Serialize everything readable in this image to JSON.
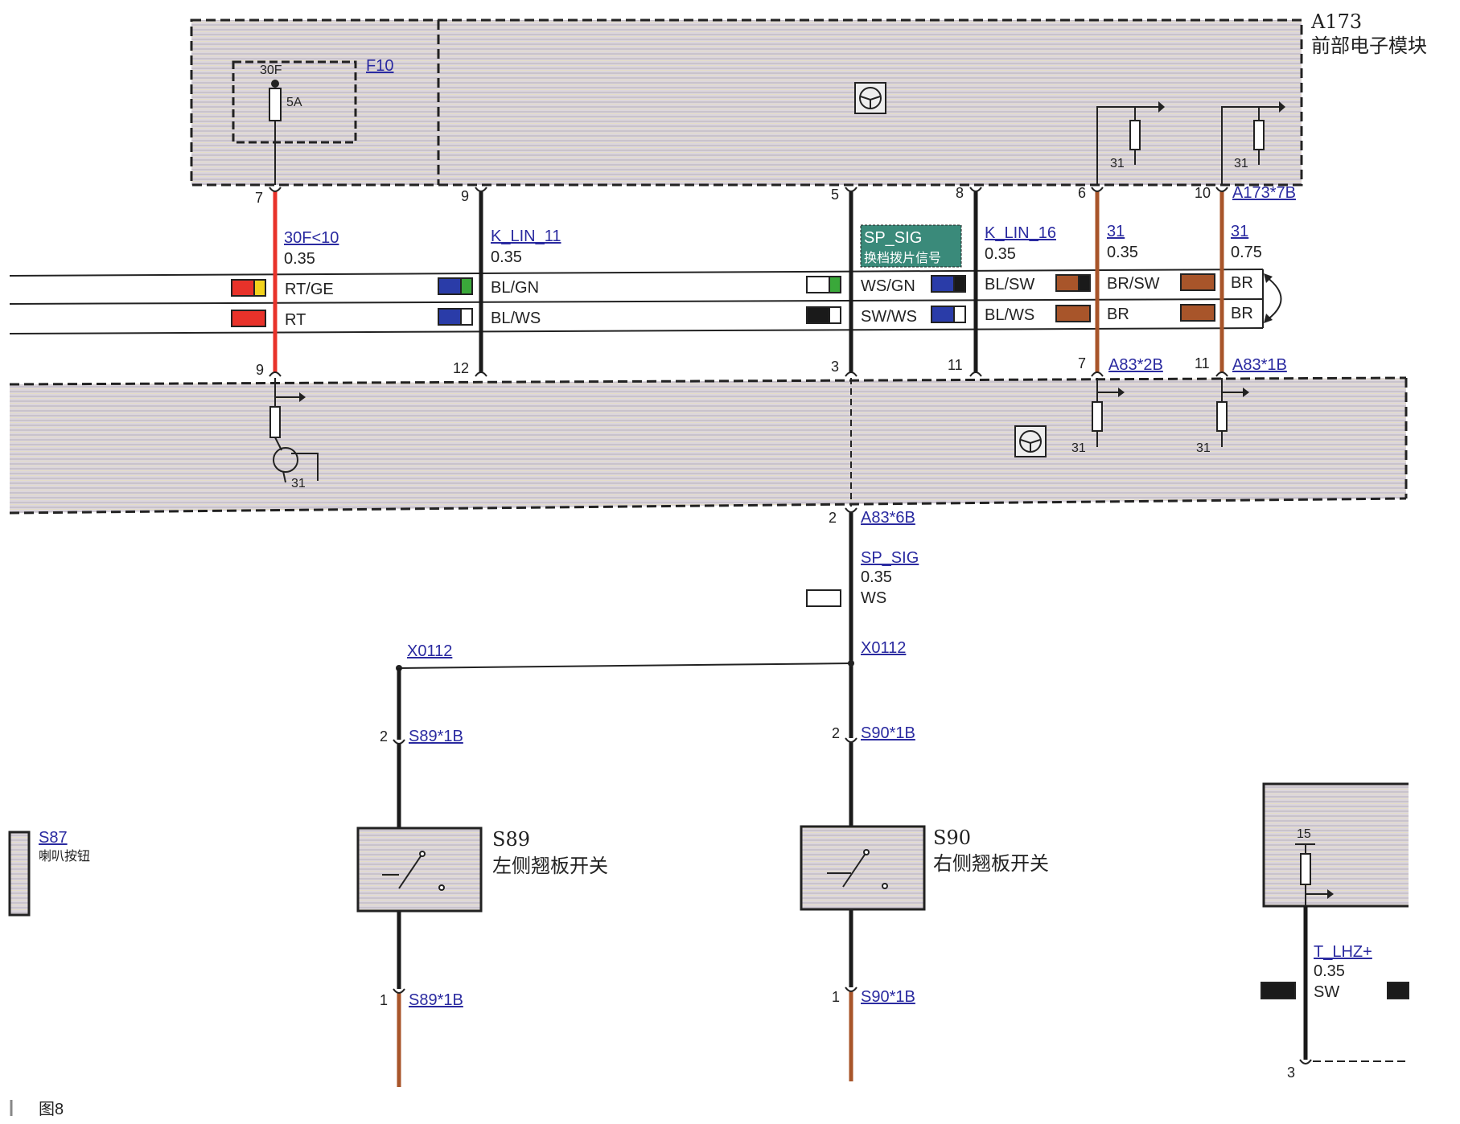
{
  "module_a173": {
    "id": "A173",
    "name": "前部电子模块"
  },
  "fuse": {
    "id": "F10",
    "terminal": "30F",
    "rating": "5A"
  },
  "module_a83": {
    "connector_top_left": "A83*2B",
    "connector_top_right": "A83*1B",
    "connector_bottom": "A83*6B"
  },
  "a173_connector": "A173*7B",
  "ground": "31",
  "wires": [
    {
      "pin_top": "7",
      "pin_bottom": "9",
      "signal": "30F<10",
      "gauge": "0.35",
      "color1": "RT/GE",
      "color2": "RT"
    },
    {
      "pin_top": "9",
      "pin_bottom": "12",
      "signal": "K_LIN_11",
      "gauge": "0.35",
      "color1": "BL/GN",
      "color2": "BL/WS"
    },
    {
      "pin_top": "5",
      "pin_bottom": "3",
      "signal": "SP_SIG",
      "signal_note": "换档拨片信号",
      "color1": "WS/GN",
      "color2": "SW/WS"
    },
    {
      "pin_top": "8",
      "pin_bottom": "11",
      "signal": "K_LIN_16",
      "gauge": "0.35",
      "color1": "BL/SW",
      "color2": "BL/WS"
    },
    {
      "pin_top": "6",
      "pin_bottom": "7",
      "signal": "31",
      "gauge": "0.35",
      "color1": "BR/SW",
      "color2": "BR"
    },
    {
      "pin_top": "10",
      "pin_bottom": "11",
      "signal": "31",
      "gauge": "0.75",
      "color1": "BR",
      "color2": "BR"
    }
  ],
  "center_wire": {
    "pin": "2",
    "connector": "A83*6B",
    "signal": "SP_SIG",
    "gauge": "0.35",
    "color": "WS"
  },
  "splice": {
    "left": "X0112",
    "right": "X0112"
  },
  "switch_s89": {
    "id": "S89",
    "name": "左侧翘板开关",
    "pin_top": "2",
    "conn_top": "S89*1B",
    "pin_bottom": "1",
    "conn_bottom": "S89*1B"
  },
  "switch_s90": {
    "id": "S90",
    "name": "右侧翘板开关",
    "pin_top": "2",
    "conn_top": "S90*1B",
    "pin_bottom": "1",
    "conn_bottom": "S90*1B"
  },
  "s87": {
    "id": "S87",
    "name": "喇叭按钮"
  },
  "right_module": {
    "pin_top": "15",
    "signal": "T_LHZ+",
    "gauge": "0.35",
    "color": "SW",
    "pin_bottom": "3"
  },
  "caption": "图8",
  "colors": {
    "red": "#e8322a",
    "yellow": "#f2d21c",
    "blue": "#2a3ca8",
    "green": "#3aa83a",
    "brown": "#a8552a",
    "black": "#1a1a1a",
    "module_fill": "#d9d4d9"
  }
}
